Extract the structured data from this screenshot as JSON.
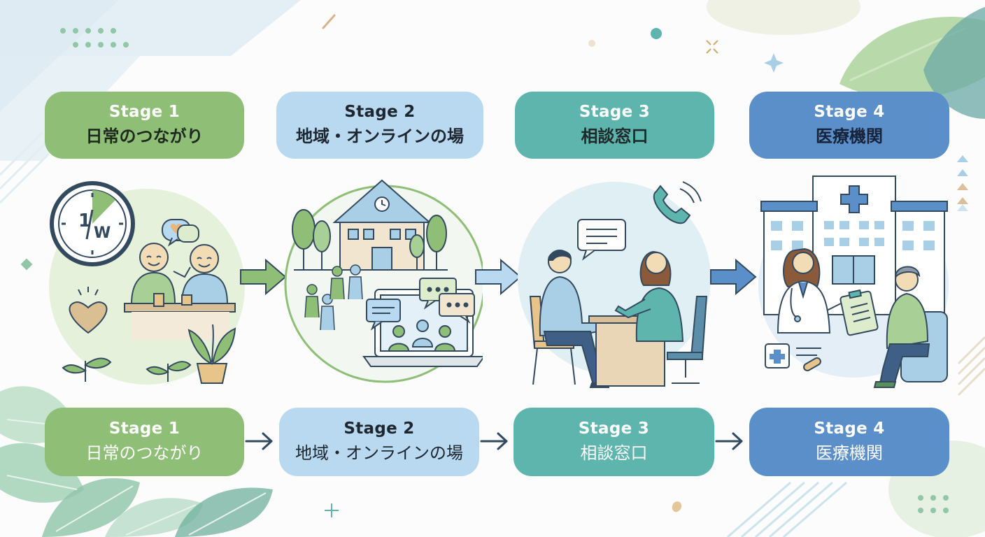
{
  "stages_top": [
    {
      "stage": "Stage 1",
      "name": "日常のつながり"
    },
    {
      "stage": "Stage 2",
      "name": "地域・オンラインの場"
    },
    {
      "stage": "Stage 3",
      "name": "相談窓口"
    },
    {
      "stage": "Stage 4",
      "name": "医療機関"
    }
  ],
  "stages_bottom": [
    {
      "stage": "Stage 1",
      "name": "日常のつながり"
    },
    {
      "stage": "Stage 2",
      "name": "地域・オンラインの場"
    },
    {
      "stage": "Stage 3",
      "name": "相談窓口"
    },
    {
      "stage": "Stage 4",
      "name": "医療機関"
    }
  ],
  "clock_label": "1/W",
  "colors": {
    "stage1": "#8fbf76",
    "stage2": "#b8d9ef",
    "stage3": "#5eb5ad",
    "stage4": "#5b8fc9"
  }
}
